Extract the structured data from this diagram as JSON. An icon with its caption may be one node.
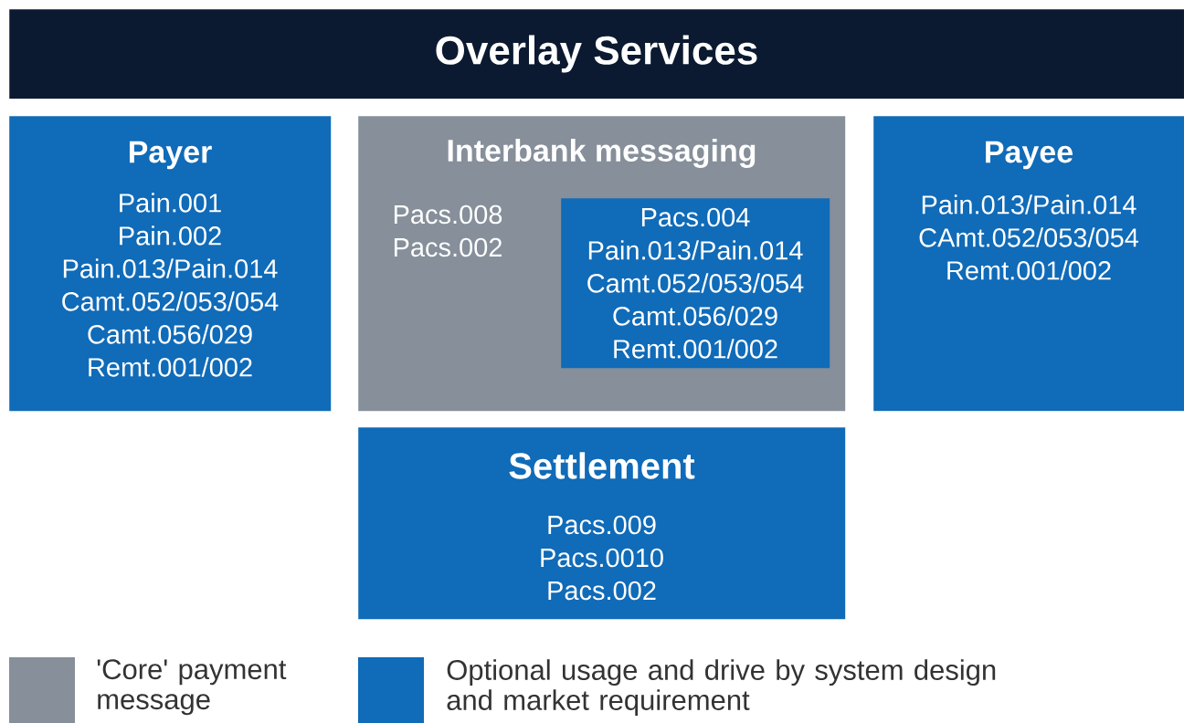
{
  "diagram": {
    "nodes": [
      {
        "text": [
          "Overlay Services"
        ]
      },
      {
        "text": [
          "Payer",
          "Pain.001",
          "Pain.002",
          "Pain.013/Pain.014",
          "Camt.052/053/054",
          "Camt.056/029",
          "Remt.001/002"
        ]
      },
      {
        "text": [
          "Interbank messaging",
          "Pacs.008",
          "Pacs.002"
        ]
      },
      {
        "text": [
          "Pacs.004",
          "Pain.013/Pain.014",
          "Camt.052/053/054",
          "Camt.056/029",
          "Remt.001/002"
        ],
        "in": 2
      },
      {
        "text": [
          "Payee",
          "Pain.013/Pain.014",
          "CAmt.052/053/054",
          "Remt.001/002"
        ]
      },
      {
        "text": [
          "Settlement",
          "Pacs.009",
          "Pacs.0010",
          "Pacs.002"
        ]
      }
    ],
    "legend": [
      {
        "text": "'Core' payment message",
        "color": "#868f9a"
      },
      {
        "text": "Optional usage and drive by system design and market requirement",
        "color": "#106bb8"
      }
    ]
  }
}
